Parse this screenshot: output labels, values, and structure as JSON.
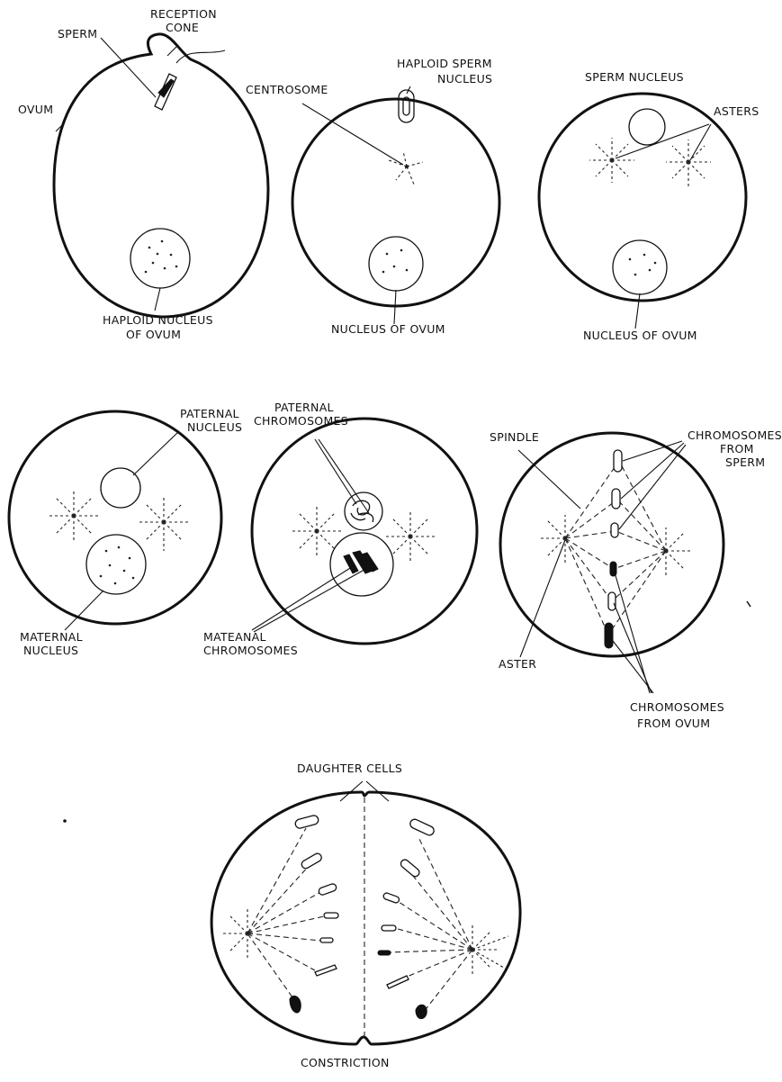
{
  "stages": [
    {
      "labels": {
        "reception_cone": [
          "RECEPTION",
          "CONE"
        ],
        "sperm": "SPERM",
        "ovum": "OVUM",
        "haploid_nucleus": [
          "HAPLOID NUCLEUS",
          "OF OVUM"
        ]
      }
    },
    {
      "labels": {
        "centrosome": "CENTROSOME",
        "haploid_sperm_nucleus": [
          "HAPLOID SPERM",
          "NUCLEUS"
        ],
        "nucleus_of_ovum": "NUCLEUS OF OVUM"
      }
    },
    {
      "labels": {
        "sperm_nucleus": "SPERM NUCLEUS",
        "asters": "ASTERS",
        "nucleus_of_ovum": "NUCLEUS OF OVUM"
      }
    },
    {
      "labels": {
        "paternal_nucleus": [
          "PATERNAL",
          "NUCLEUS"
        ],
        "maternal_nucleus": [
          "MATERNAL",
          "NUCLEUS"
        ]
      }
    },
    {
      "labels": {
        "paternal_chromosomes": [
          "PATERNAL",
          "CHROMOSOMES"
        ],
        "maternal_chromosomes": [
          "MATEANAL",
          "CHROMOSOMES"
        ]
      }
    },
    {
      "labels": {
        "spindle": "SPINDLE",
        "chromosomes_from_sperm": [
          "CHROMOSOMES",
          "FROM",
          "SPERM"
        ],
        "aster": "ASTER",
        "chromosomes_from_ovum": [
          "CHROMOSOMES",
          "FROM OVUM"
        ]
      }
    },
    {
      "labels": {
        "daughter_cells": "DAUGHTER CELLS",
        "constriction": "CONSTRICTION"
      }
    }
  ]
}
